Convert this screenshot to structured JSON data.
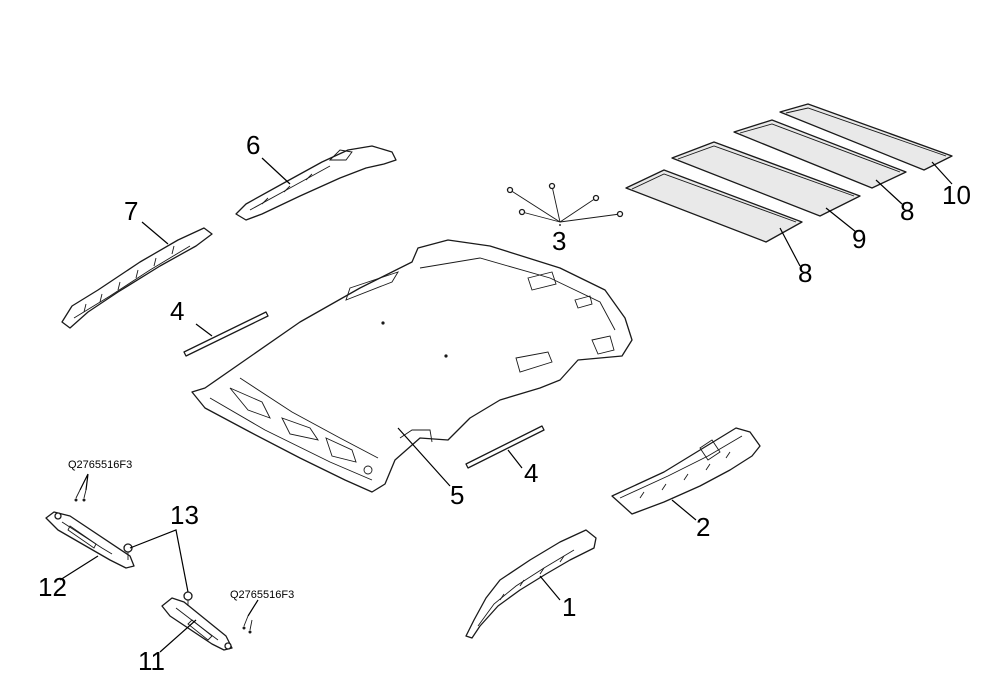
{
  "callouts": {
    "c1": "1",
    "c2": "2",
    "c3": "3",
    "c4a": "4",
    "c4b": "4",
    "c5": "5",
    "c6": "6",
    "c7": "7",
    "c8a": "8",
    "c8b": "8",
    "c9": "9",
    "c10": "10",
    "c11": "11",
    "c12": "12",
    "c13": "13"
  },
  "part_codes": {
    "clip_code_left": "Q2765516F3",
    "clip_code_right": "Q2765516F3"
  }
}
